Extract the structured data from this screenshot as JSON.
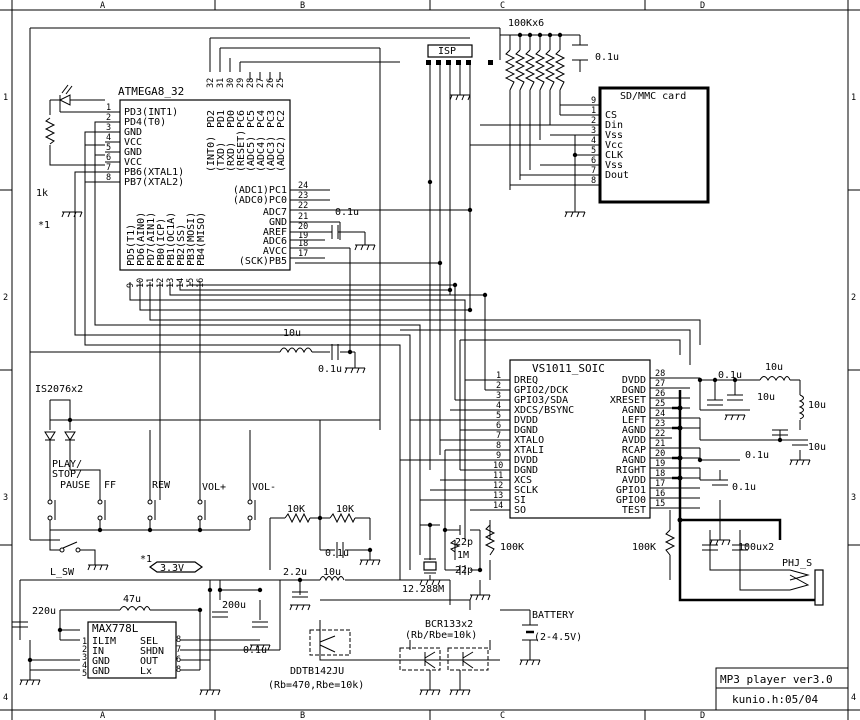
{
  "grid": {
    "cols": [
      "A",
      "B",
      "C",
      "D"
    ],
    "rows": [
      "1",
      "2",
      "3",
      "4"
    ]
  },
  "mcu": {
    "name": "ATMEGA8_32",
    "left_pins": [
      {
        "num": "1",
        "label": "PD3(INT1)"
      },
      {
        "num": "2",
        "label": "PD4(T0)"
      },
      {
        "num": "3",
        "label": "GND"
      },
      {
        "num": "4",
        "label": "VCC"
      },
      {
        "num": "5",
        "label": "GND"
      },
      {
        "num": "6",
        "label": "VCC"
      },
      {
        "num": "7",
        "label": "PB6(XTAL1)"
      },
      {
        "num": "8",
        "label": "PB7(XTAL2)"
      }
    ],
    "top_pins": [
      {
        "num": "32",
        "label": "PD2"
      },
      {
        "num": "31",
        "label": "PD1"
      },
      {
        "num": "30",
        "label": "PD0"
      },
      {
        "num": "29",
        "label": "PC6"
      },
      {
        "num": "28",
        "label": "PC5"
      },
      {
        "num": "27",
        "label": "PC4"
      },
      {
        "num": "26",
        "label": "PC3"
      },
      {
        "num": "25",
        "label": "PC2"
      }
    ],
    "top_alt": [
      "(INT0)",
      "(TXD)",
      "(RXD)",
      "(RESET)",
      "(ADC5)",
      "(ADC4)",
      "(ADC3)",
      "(ADC2)"
    ],
    "right_pins": [
      {
        "num": "24",
        "label": "(ADC1)PC1"
      },
      {
        "num": "23",
        "label": "(ADC0)PC0"
      },
      {
        "num": "22",
        "label": "ADC7"
      },
      {
        "num": "21",
        "label": "GND"
      },
      {
        "num": "20",
        "label": "AREF"
      },
      {
        "num": "19",
        "label": "ADC6"
      },
      {
        "num": "18",
        "label": "AVCC"
      },
      {
        "num": "17",
        "label": "(SCK)PB5"
      }
    ],
    "bottom_pins": [
      {
        "num": "9",
        "label": "PD5(T1)"
      },
      {
        "num": "10",
        "label": "PD6(AIN0)"
      },
      {
        "num": "11",
        "label": "PD7(AIN1)"
      },
      {
        "num": "12",
        "label": "PB0(ICP)"
      },
      {
        "num": "13",
        "label": "PB1(OC1A)"
      },
      {
        "num": "14",
        "label": "PB2(SS)"
      },
      {
        "num": "15",
        "label": "PB3(MOSI)"
      },
      {
        "num": "16",
        "label": "PB4(MISO)"
      }
    ]
  },
  "vs1011": {
    "name": "VS1011_SOIC",
    "left_pins": [
      {
        "num": "1",
        "label": "DREQ"
      },
      {
        "num": "2",
        "label": "GPIO2/DCK"
      },
      {
        "num": "3",
        "label": "GPIO3/SDA"
      },
      {
        "num": "4",
        "label": "XDCS/BSYNC"
      },
      {
        "num": "5",
        "label": "DVDD"
      },
      {
        "num": "6",
        "label": "DGND"
      },
      {
        "num": "7",
        "label": "XTALO"
      },
      {
        "num": "8",
        "label": "XTALI"
      },
      {
        "num": "9",
        "label": "DVDD"
      },
      {
        "num": "10",
        "label": "DGND"
      },
      {
        "num": "11",
        "label": "XCS"
      },
      {
        "num": "12",
        "label": "SCLK"
      },
      {
        "num": "13",
        "label": "SI"
      },
      {
        "num": "14",
        "label": "SO"
      }
    ],
    "right_pins": [
      {
        "num": "28",
        "label": "DVDD"
      },
      {
        "num": "27",
        "label": "DGND"
      },
      {
        "num": "26",
        "label": "XRESET"
      },
      {
        "num": "25",
        "label": "AGND"
      },
      {
        "num": "24",
        "label": "LEFT"
      },
      {
        "num": "23",
        "label": "AGND"
      },
      {
        "num": "22",
        "label": "AVDD"
      },
      {
        "num": "21",
        "label": "RCAP"
      },
      {
        "num": "20",
        "label": "AGND"
      },
      {
        "num": "19",
        "label": "RIGHT"
      },
      {
        "num": "18",
        "label": "AVDD"
      },
      {
        "num": "17",
        "label": "GPIO1"
      },
      {
        "num": "16",
        "label": "GPIO0"
      },
      {
        "num": "15",
        "label": "TEST"
      }
    ]
  },
  "sdcard": {
    "name": "SD/MMC card",
    "pins": [
      {
        "num": "9",
        "label": ""
      },
      {
        "num": "1",
        "label": "CS"
      },
      {
        "num": "2",
        "label": "Din"
      },
      {
        "num": "3",
        "label": "Vss"
      },
      {
        "num": "4",
        "label": "Vcc"
      },
      {
        "num": "5",
        "label": "CLK"
      },
      {
        "num": "6",
        "label": "Vss"
      },
      {
        "num": "7",
        "label": "Dout"
      },
      {
        "num": "8",
        "label": ""
      }
    ]
  },
  "max778": {
    "name": "MAX778L",
    "left_pins": [
      {
        "num": "2",
        "label": "ILIM"
      },
      {
        "num": "3",
        "label": "IN"
      },
      {
        "num": "4",
        "label": "GND"
      },
      {
        "num": "5",
        "label": "GND"
      }
    ],
    "right_pins": [
      {
        "num": "8",
        "label": "SEL"
      },
      {
        "num": "7",
        "label": "SHDN"
      },
      {
        "num": "6",
        "label": "OUT"
      },
      {
        "num": "8",
        "label": "Lx"
      }
    ],
    "extra_num": "1"
  },
  "labels": {
    "resnet": "100Kx6",
    "c_sd": "0.1u",
    "isp": "ISP",
    "r1k": "1k",
    "star1": "*1",
    "star2": "*1",
    "c_aref": "0.1u",
    "l_mcu": "10u",
    "c_mcu": "0.1u",
    "diodes": "IS2076x2",
    "sw_play": "PLAY/",
    "sw_stop": "STOP/",
    "sw_pause": "PAUSE",
    "sw_ff": "FF",
    "sw_rew": "REW",
    "sw_volp": "VOL+",
    "sw_volm": "VOL-",
    "sw_l": "L_SW",
    "v33": "3.3V",
    "r10k_a": "10K",
    "r10k_b": "10K",
    "c_rc": "0.1u",
    "c_22": "2.2u",
    "l_10": "10u",
    "c_220": "220u",
    "l_47": "47u",
    "c_200": "200u",
    "c_01_max": "0.1u",
    "xtal": "12.288M",
    "c22p_a": "22p",
    "r1m": "1M",
    "c22p_b": "22p",
    "r100k": "100K",
    "r100k_b": "100K",
    "c_vs_a": "0.1u",
    "l_vs_a": "10u",
    "c_vs_b": "10u",
    "l_vs_b": "10u",
    "c_vs_c": "0.1u",
    "c_vs_d": "10u",
    "c_vs_e": "0.1u",
    "c_100u": "100ux2",
    "jack": "PHJ_S",
    "bcr": "BCR133x2",
    "bcr_r": "(Rb/Rbe=10k)",
    "battery": "BATTERY",
    "battery_v": "(2-4.5V)",
    "ddtb": "DDTB142JU",
    "ddtb_r": "(Rb=470,Rbe=10k)",
    "title_name": "MP3 player ver3.0",
    "title_author": "kunio.h:05/04"
  }
}
